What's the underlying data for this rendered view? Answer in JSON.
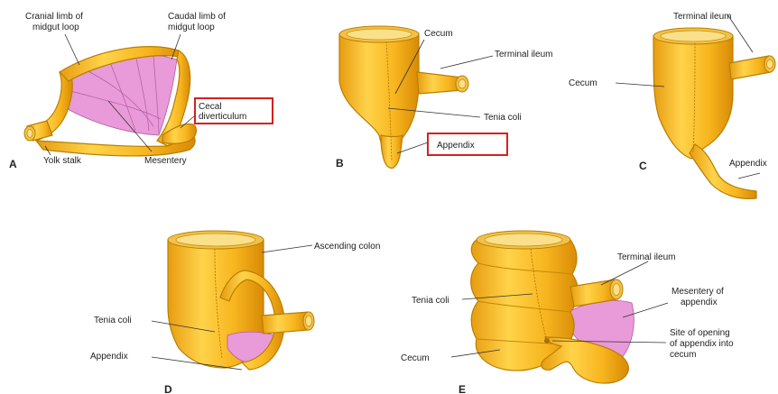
{
  "panels": {
    "A": {
      "letter": "A",
      "labels": {
        "cranial_limb_line1": "Cranial limb of",
        "cranial_limb_line2": "midgut loop",
        "caudal_limb_line1": "Caudal limb of",
        "caudal_limb_line2": "midgut loop",
        "cecal_div_line1": "Cecal",
        "cecal_div_line2": "diverticulum",
        "yolk_stalk": "Yolk stalk",
        "mesentery": "Mesentery"
      }
    },
    "B": {
      "letter": "B",
      "labels": {
        "cecum": "Cecum",
        "terminal_ileum": "Terminal ileum",
        "tenia_coli": "Tenia coli",
        "appendix": "Appendix"
      }
    },
    "C": {
      "letter": "C",
      "labels": {
        "terminal_ileum": "Terminal ileum",
        "cecum": "Cecum",
        "appendix": "Appendix"
      }
    },
    "D": {
      "letter": "D",
      "labels": {
        "ascending_colon": "Ascending colon",
        "tenia_coli": "Tenia coli",
        "appendix": "Appendix"
      }
    },
    "E": {
      "letter": "E",
      "labels": {
        "terminal_ileum": "Terminal ileum",
        "tenia_coli": "Tenia coli",
        "mesentery_line1": "Mesentery of",
        "mesentery_line2": "appendix",
        "site_line1": "Site of opening",
        "site_line2": "of appendix into",
        "site_line3": "cecum",
        "cecum": "Cecum"
      }
    }
  },
  "colors": {
    "gut_fill": "#f5b820",
    "gut_outline": "#b97f00",
    "mesentery_fill": "#e99ad8",
    "highlight_box": "#d42121"
  }
}
